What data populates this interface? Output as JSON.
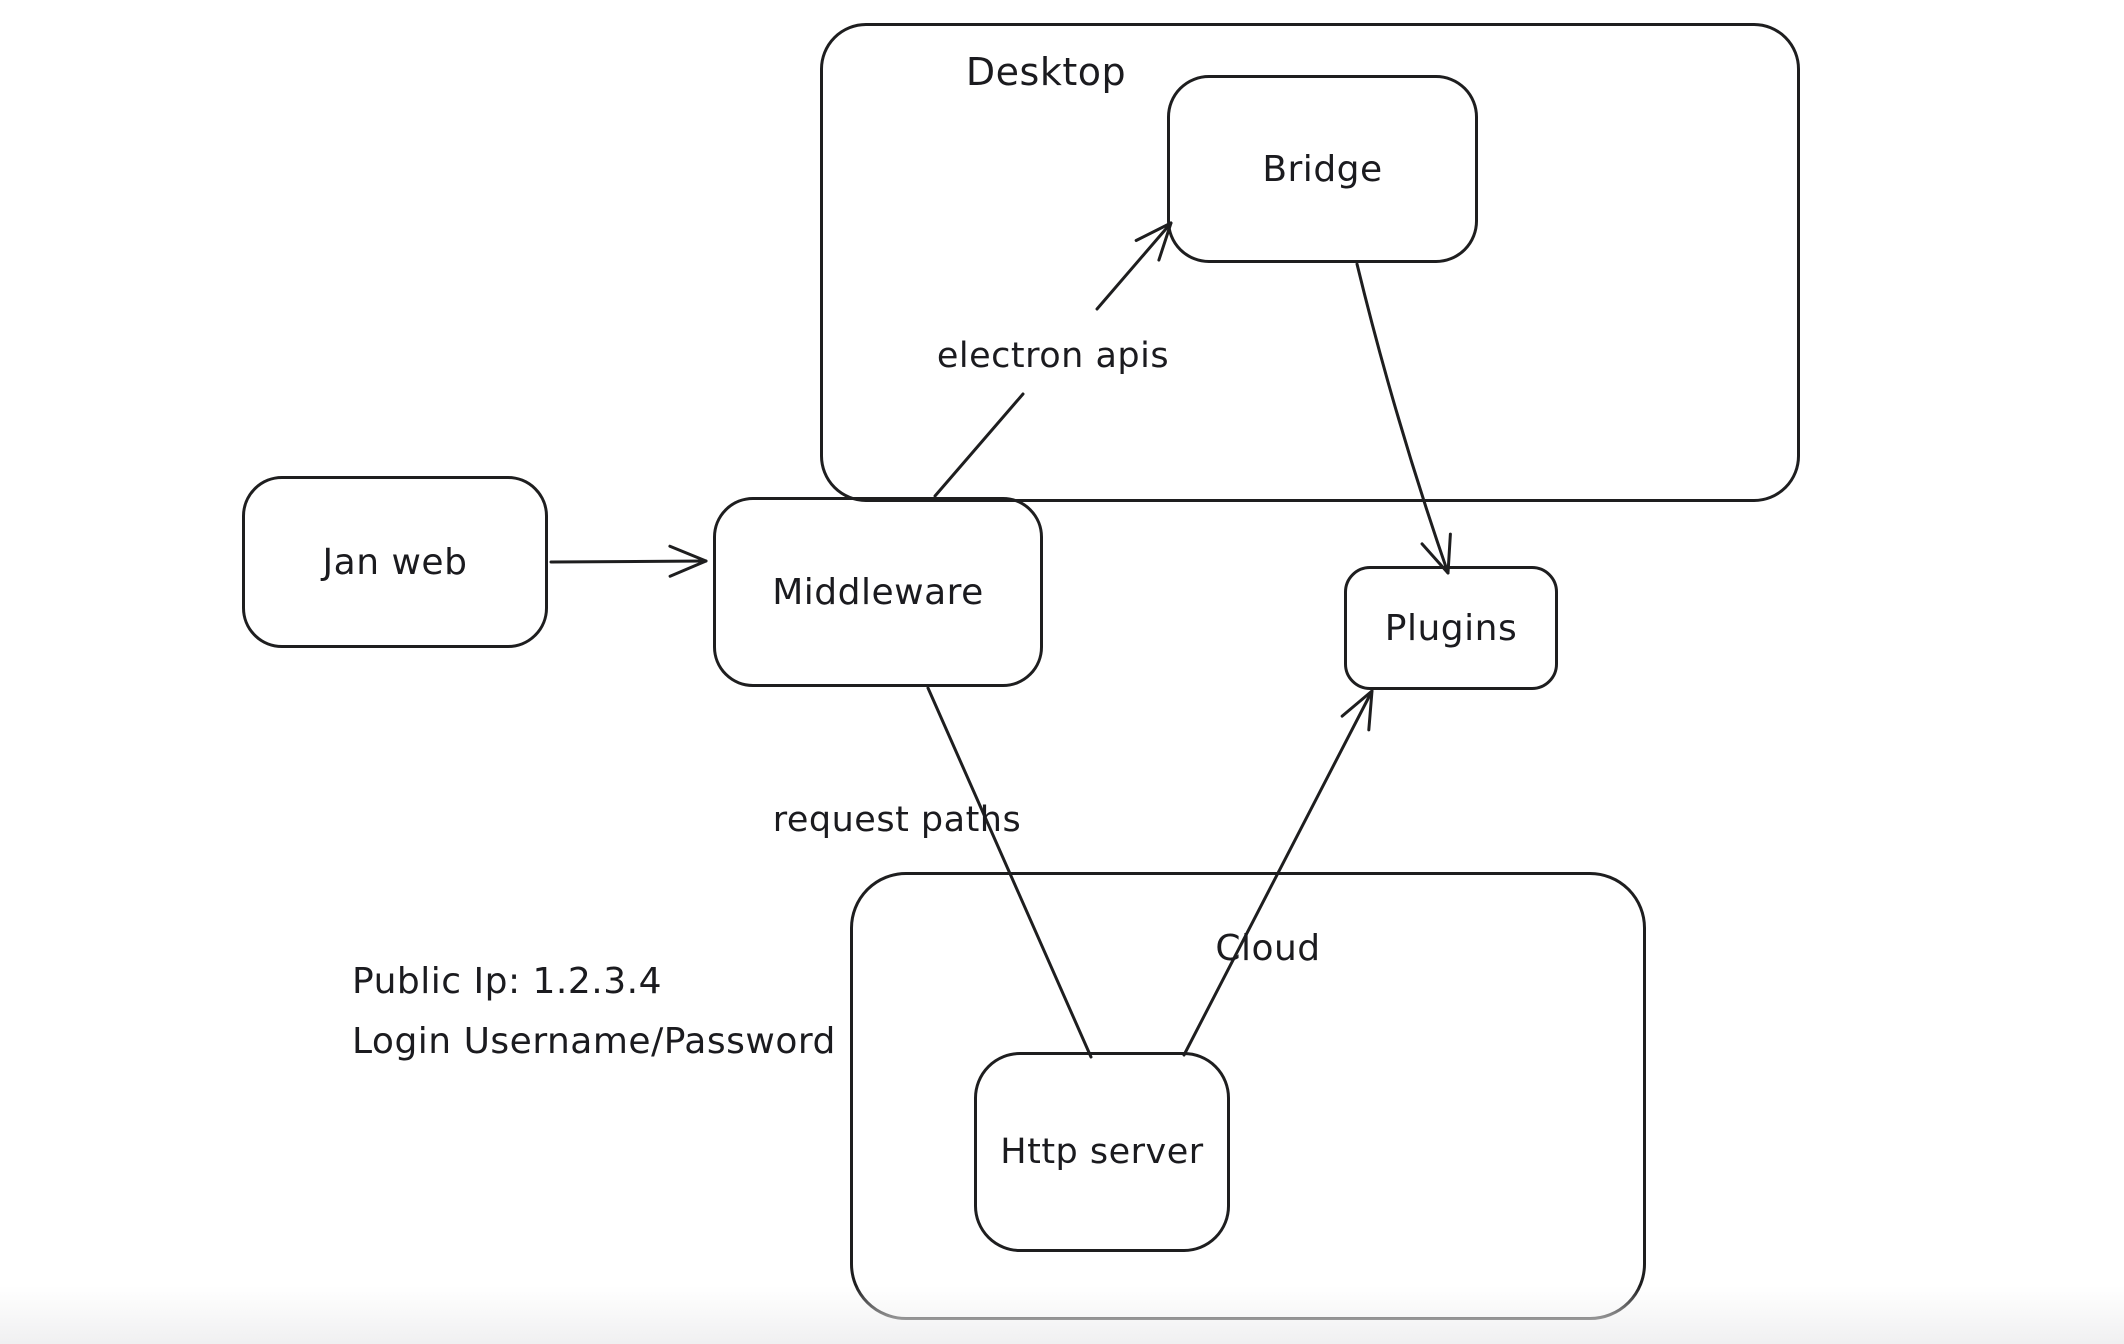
{
  "app": {
    "background_color": "#ffffff",
    "stroke_color": "#1e1e1f",
    "text_color": "#1b1b1f"
  },
  "containers": {
    "desktop": {
      "label": "Desktop"
    },
    "cloud": {
      "label": "Cloud"
    }
  },
  "nodes": {
    "jan_web": {
      "label": "Jan web"
    },
    "middleware": {
      "label": "Middleware"
    },
    "bridge": {
      "label": "Bridge"
    },
    "plugins": {
      "label": "Plugins"
    },
    "http_server": {
      "label": "Http server"
    }
  },
  "edges": {
    "jan_web_to_middleware": {
      "from": "Jan web",
      "to": "Middleware",
      "label": ""
    },
    "middleware_to_bridge": {
      "from": "Middleware",
      "to": "Bridge",
      "label": "electron apis"
    },
    "bridge_to_plugins": {
      "from": "Bridge",
      "to": "Plugins",
      "label": ""
    },
    "middleware_to_http_server": {
      "from": "Middleware",
      "to": "Http server",
      "label": "request paths"
    },
    "http_server_to_plugins": {
      "from": "Http server",
      "to": "Plugins",
      "label": ""
    }
  },
  "annotations": {
    "public_ip": "Public Ip: 1.2.3.4",
    "login": "Login Username/Password"
  }
}
